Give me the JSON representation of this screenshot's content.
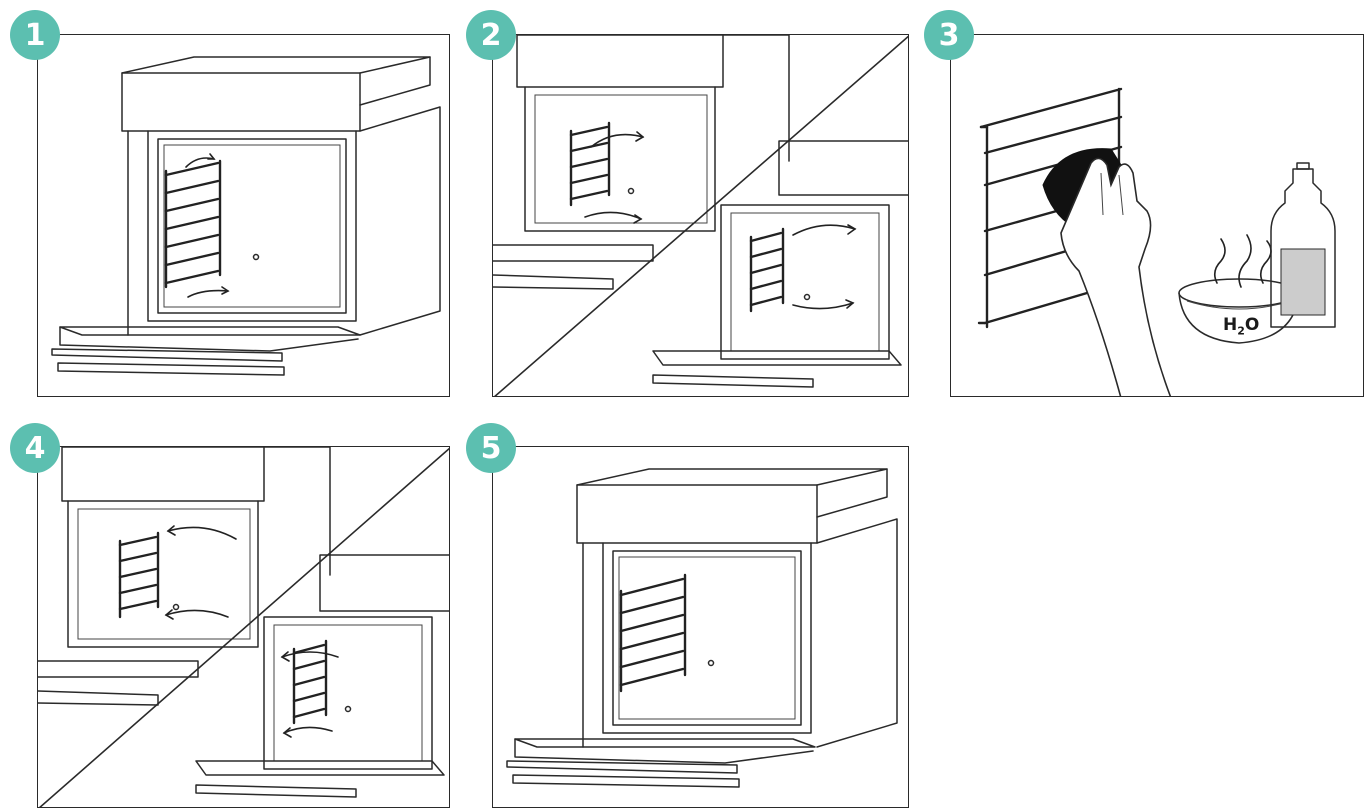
{
  "steps": [
    {
      "number": "1"
    },
    {
      "number": "2"
    },
    {
      "number": "3"
    },
    {
      "number": "4"
    },
    {
      "number": "5"
    }
  ],
  "labels": {
    "water_h": "H",
    "water_sub": "2",
    "water_o": "O"
  },
  "colors": {
    "badge": "#5cbfb0",
    "line": "#2a2a2a",
    "background": "#ffffff"
  }
}
